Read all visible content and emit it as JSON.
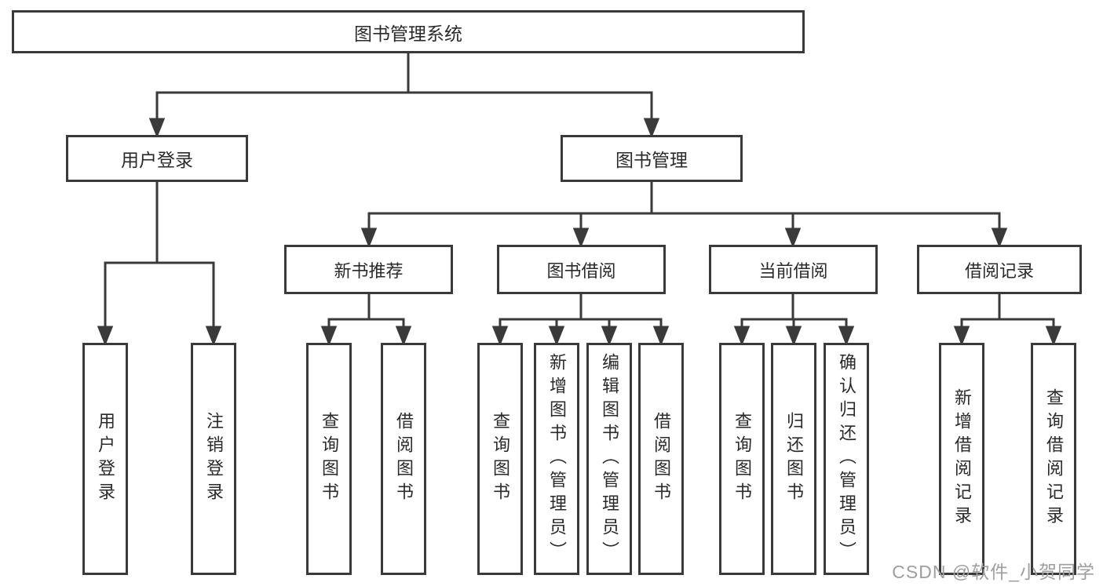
{
  "diagram": {
    "root": "图书管理系统",
    "level2": {
      "user_login": "用户登录",
      "book_mgmt": "图书管理"
    },
    "level3": {
      "new_books": "新书推荐",
      "book_borrow": "图书借阅",
      "current_borrow": "当前借阅",
      "borrow_records": "借阅记录"
    },
    "leaves": {
      "user_login": [
        "用户登录",
        "注销登录"
      ],
      "new_books": [
        "查询图书",
        "借阅图书"
      ],
      "book_borrow": [
        "查询图书",
        "新增图书（管理员）",
        "编辑图书（管理员）",
        "借阅图书"
      ],
      "current_borrow": [
        "查询图书",
        "归还图书",
        "确认归还（管理员）"
      ],
      "borrow_records": [
        "新增借阅记录",
        "查询借阅记录"
      ]
    }
  },
  "watermark": "CSDN @软件_小贺同学",
  "colors": {
    "line": "#3a3a3a",
    "text": "#2a2a2a",
    "background": "#ffffff",
    "watermark": "#9e9e9e"
  }
}
